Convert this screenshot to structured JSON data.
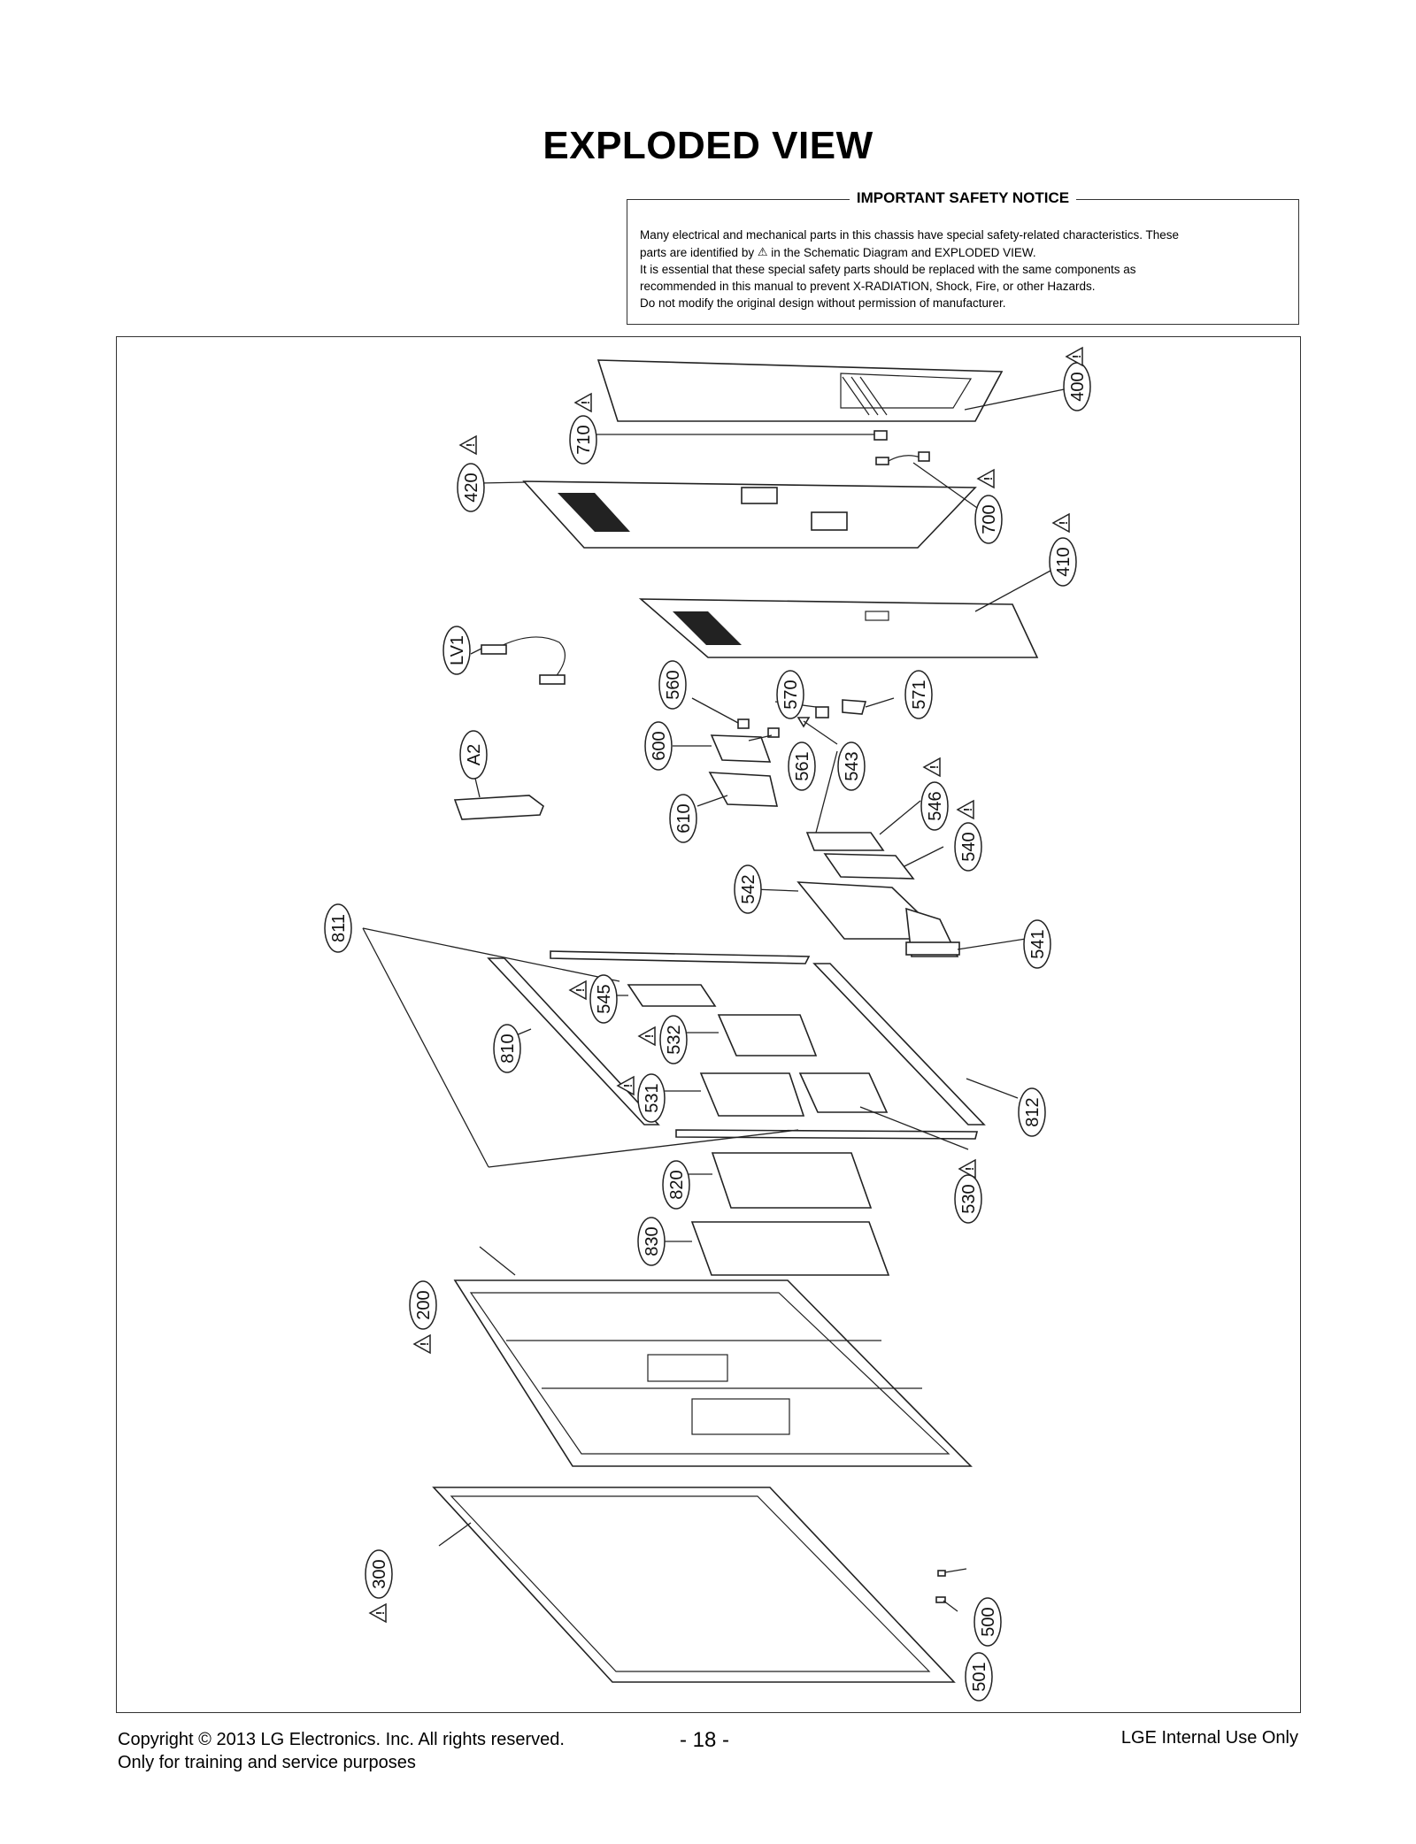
{
  "title": "EXPLODED VIEW",
  "notice": {
    "heading": "IMPORTANT SAFETY NOTICE",
    "line1": "Many electrical and mechanical parts in this chassis have special safety-related characteristics. These",
    "line2_pre": "parts are identified by",
    "line2_post": "in the Schematic Diagram and EXPLODED VIEW.",
    "line3": "It is essential that these special safety parts should be replaced with the same components as",
    "line4": "recommended in this manual to prevent X-RADIATION, Shock, Fire, or other Hazards.",
    "line5": "Do not modify the original design without permission of manufacturer."
  },
  "parts": {
    "p400": "400",
    "p710": "710",
    "p420": "420",
    "p700": "700",
    "p410": "410",
    "pLV1": "LV1",
    "p560": "560",
    "p570": "570",
    "p571": "571",
    "p600": "600",
    "p561": "561",
    "p543": "543",
    "pA2": "A2",
    "p610": "610",
    "p546": "546",
    "p540": "540",
    "p542": "542",
    "p811": "811",
    "p541": "541",
    "p545": "545",
    "p810": "810",
    "p532": "532",
    "p531": "531",
    "p812": "812",
    "p530": "530",
    "p820": "820",
    "p830": "830",
    "p200": "200",
    "p300": "300",
    "p500": "500",
    "p501": "501"
  },
  "footer": {
    "copyright": "Copyright © 2013 LG Electronics. Inc. All rights reserved.",
    "purpose": "Only for training and service purposes",
    "page": "- 18 -",
    "internal": "LGE Internal Use Only"
  },
  "icons": {
    "safety": "warning-triangle-icon"
  }
}
